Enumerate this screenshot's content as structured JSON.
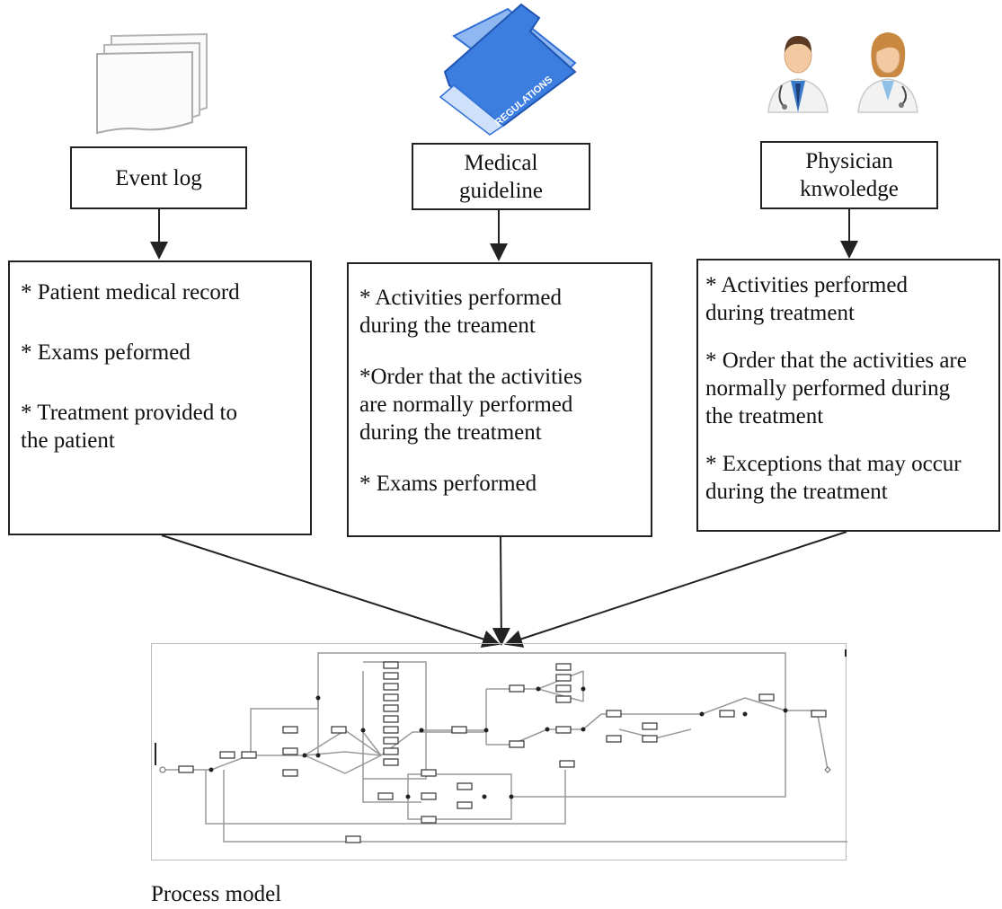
{
  "sources": [
    {
      "label": "Event log",
      "icon": "document-stack-icon",
      "items": [
        "* Patient medical record",
        "* Exams peformed",
        "* Treatment provided to\nthe patient"
      ]
    },
    {
      "label": "Medical\nguideline",
      "icon": "regulations-folder-icon",
      "icon_text": "REGULATIONS",
      "items": [
        "* Activities performed\nduring the treament",
        "*Order that the activities\nare normally performed\nduring  the treatment",
        "* Exams performed"
      ]
    },
    {
      "label": "Physician\nknwoledge",
      "icon": "doctors-icon",
      "items": [
        "* Activities performed\nduring treatment",
        "* Order that the activities are\nnormally performed during\nthe treatment",
        "* Exceptions that may occur\nduring the treatment"
      ]
    }
  ],
  "target": {
    "caption": "Process model",
    "icon": "process-model-diagram"
  },
  "colors": {
    "line": "#222222",
    "folder": "#2f6fd6",
    "folder_light": "#8fb8f2",
    "doctor_coat": "#f2f2f2"
  }
}
